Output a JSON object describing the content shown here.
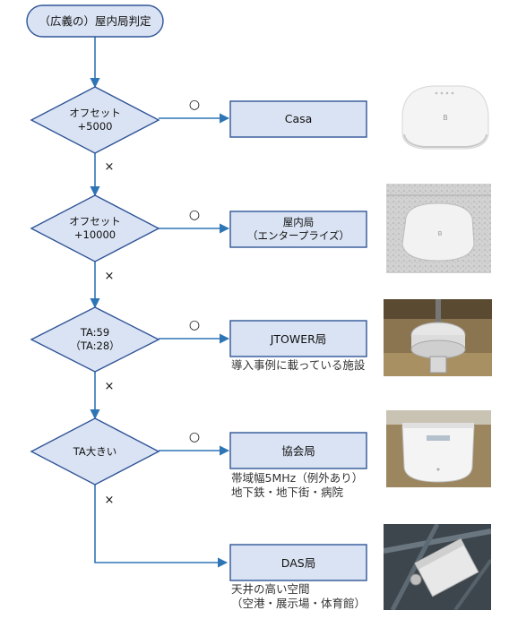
{
  "diagram": {
    "start": "（広義の）屋内局判定",
    "yes_mark": "○",
    "no_mark": "×",
    "decisions": [
      {
        "line1": "オフセット",
        "line2": "+5000"
      },
      {
        "line1": "オフセット",
        "line2": "+10000"
      },
      {
        "line1": "TA:59",
        "line2": "（TA:28）"
      },
      {
        "line1": "TA大きい",
        "line2": ""
      }
    ],
    "results": [
      {
        "line1": "Casa",
        "line2": ""
      },
      {
        "line1": "屋内局",
        "line2": "（エンタープライズ）"
      },
      {
        "line1": "JTOWER局",
        "line2": ""
      },
      {
        "line1": "協会局",
        "line2": ""
      },
      {
        "line1": "DAS局",
        "line2": ""
      }
    ],
    "notes": {
      "jtower": "導入事例に載っている施設",
      "kyokai": "帯域幅5MHz（例外あり）\n地下鉄・地下街・病院",
      "das": "天井の高い空間\n（空港・展示場・体育館）"
    }
  },
  "colors": {
    "node_fill": "#dae3f3",
    "node_stroke": "#2f5597",
    "arrow": "#2e75b6"
  },
  "photos": [
    "casa-router-photo",
    "ceiling-enterprise-antenna-photo",
    "jtower-antenna-photo",
    "association-antenna-photo",
    "das-antenna-photo"
  ]
}
